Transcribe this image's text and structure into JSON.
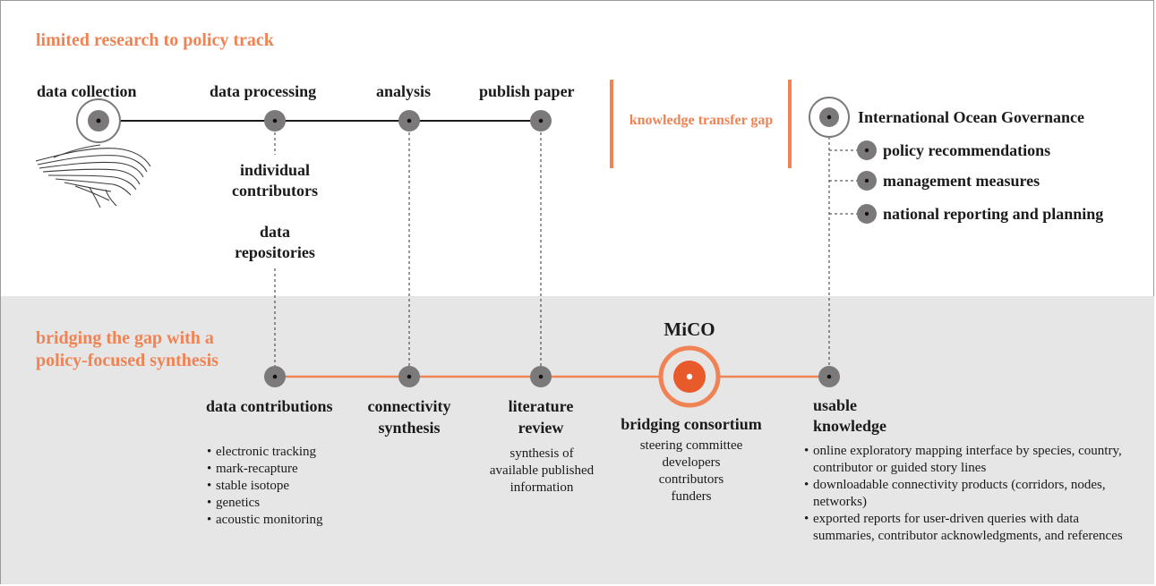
{
  "top": {
    "title": "limited research to policy track",
    "stages": [
      "data collection",
      "data processing",
      "analysis",
      "publish paper"
    ],
    "processing_notes": [
      "individual contributors",
      "data repositories"
    ],
    "gap_label": "knowledge transfer gap",
    "governance": {
      "title": "International Ocean Governance",
      "items": [
        "policy recommendations",
        "management measures",
        "national reporting and planning"
      ]
    }
  },
  "bottom": {
    "title": "bridging the gap with a policy-focused synthesis",
    "hub": "MiCO",
    "data_contributions": {
      "title": "data contributions",
      "items": [
        "electronic tracking",
        "mark-recapture",
        "stable isotope",
        "genetics",
        "acoustic monitoring"
      ]
    },
    "connectivity": {
      "title": "connectivity synthesis"
    },
    "literature": {
      "title": "literature review",
      "note": "synthesis of available published information"
    },
    "consortium": {
      "title": "bridging consortium",
      "members": [
        "steering committee",
        "developers",
        "contributors",
        "funders"
      ]
    },
    "usable": {
      "title": "usable knowledge",
      "items": [
        "online exploratory mapping interface by species, country, contributor or guided story lines",
        "downloadable connectivity products (corridors, nodes, networks)",
        "exported reports for user-driven queries with data summaries, contributor acknowledgments, and references"
      ]
    }
  },
  "colors": {
    "accent": "#ef8354",
    "accent_dark": "#e85a2a",
    "node": "#7b7979",
    "band": "#e7e6e6"
  }
}
